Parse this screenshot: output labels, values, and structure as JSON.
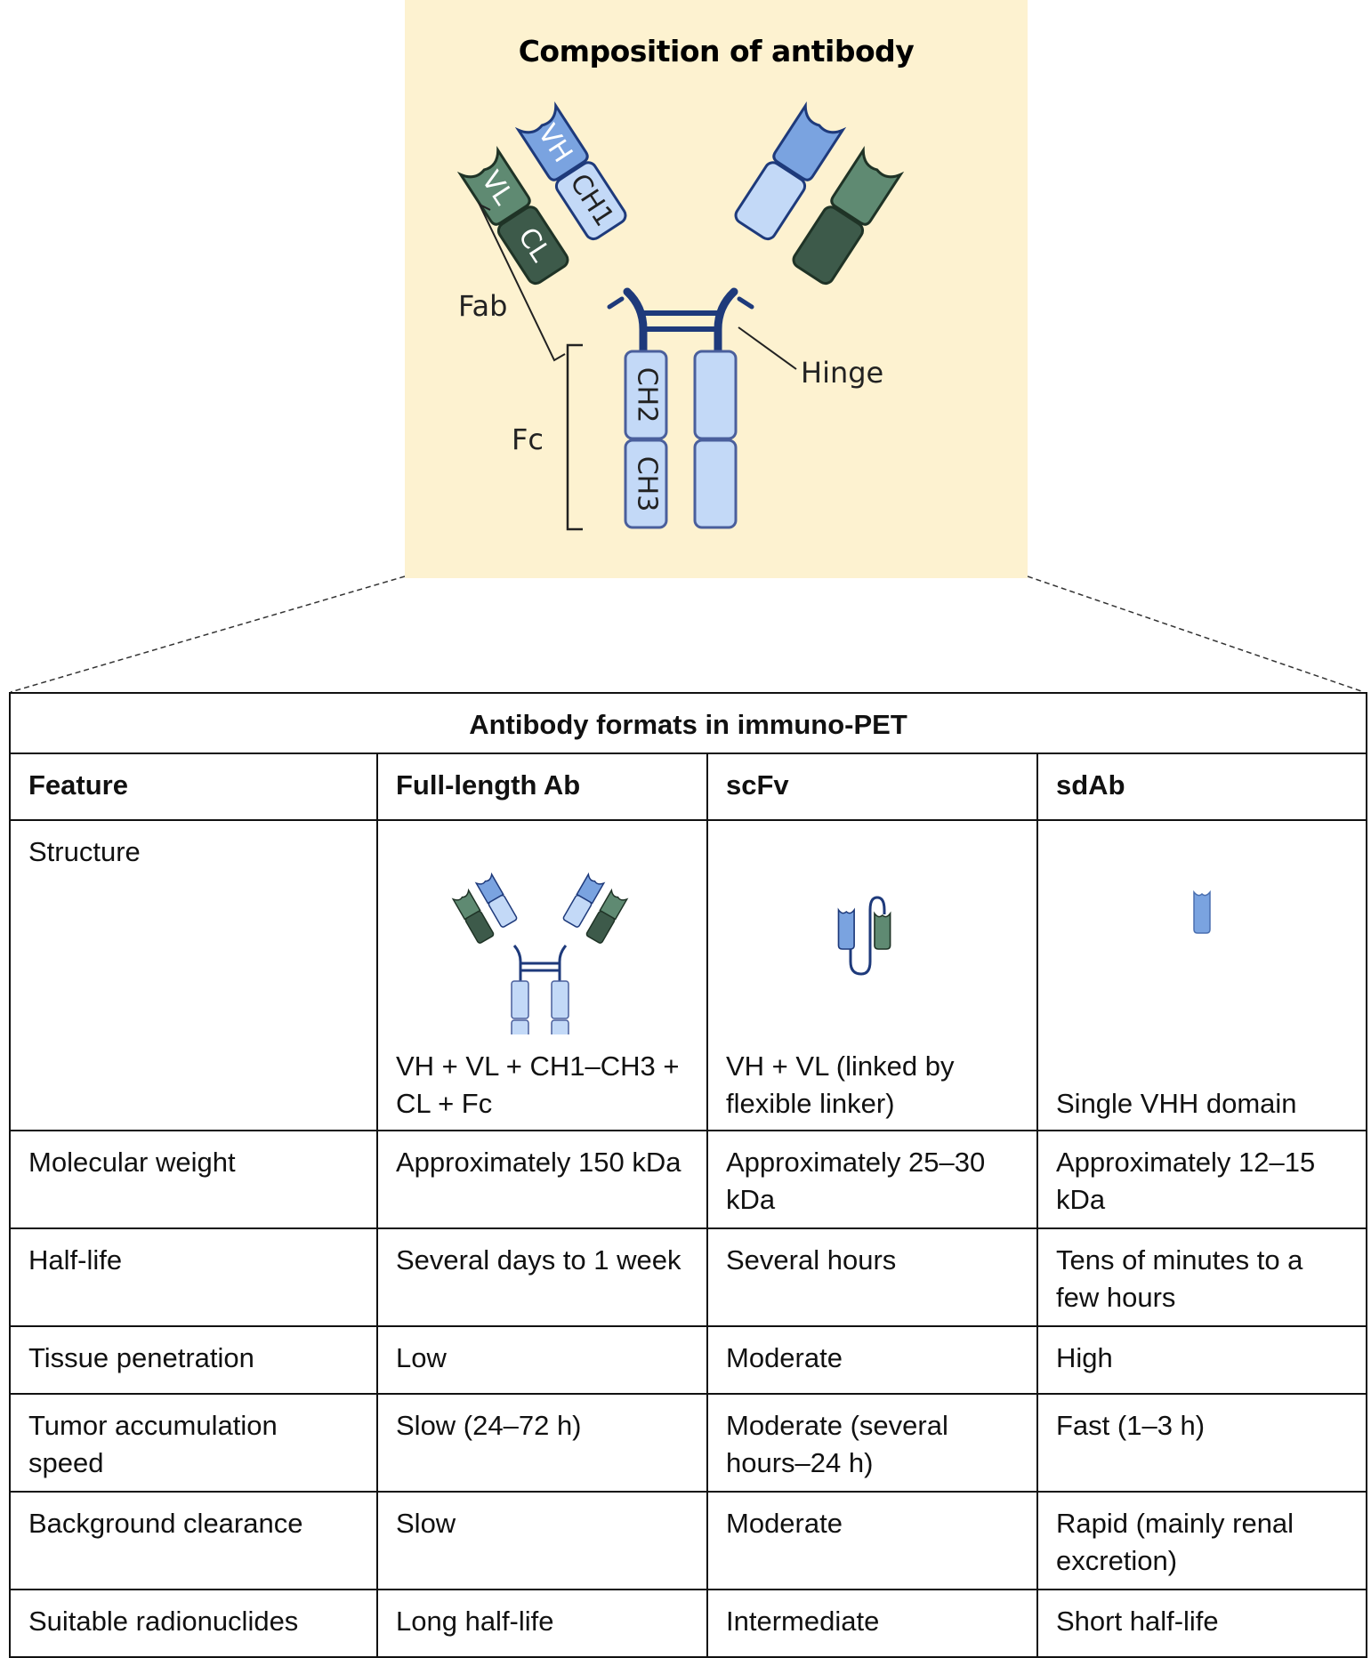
{
  "diagram": {
    "title": "Composition of antibody",
    "domain_labels": {
      "vh": "VH",
      "vl": "VL",
      "ch1": "CH1",
      "cl": "CL",
      "ch2": "CH2",
      "ch3": "CH3"
    },
    "region_labels": {
      "fab": "Fab",
      "fc": "Fc",
      "hinge": "Hinge"
    },
    "colors": {
      "background": "#fdf2d0",
      "vh": "#7aa3e0",
      "ch": "#c3d9f7",
      "vl": "#5f8a72",
      "cl": "#3d5a4a",
      "hinge": "#1e3a7b",
      "outline_blue": "#1e3a7b",
      "outline_green": "#1f3326"
    }
  },
  "table": {
    "caption": "Antibody formats in immuno-PET",
    "headers": [
      "Feature",
      "Full-length Ab",
      "scFv",
      "sdAb"
    ],
    "structure_row": {
      "feature": "Structure",
      "cells": [
        {
          "icon": "full-antibody-icon",
          "text": "VH + VL + CH1–CH3 + CL + Fc"
        },
        {
          "icon": "scfv-icon",
          "text": "VH + VL (linked by flexible linker)"
        },
        {
          "icon": "sdab-icon",
          "text": "Single VHH domain"
        }
      ]
    },
    "rows": [
      {
        "feature": "Molecular weight",
        "values": [
          "Approximately 150 kDa",
          "Approximately 25–30 kDa",
          "Approximately 12–15 kDa"
        ]
      },
      {
        "feature": "Half-life",
        "values": [
          "Several days to 1 week",
          "Several hours",
          "Tens of minutes to a few hours"
        ]
      },
      {
        "feature": "Tissue penetration",
        "values": [
          "Low",
          "Moderate",
          "High"
        ]
      },
      {
        "feature": "Tumor accumulation speed",
        "values": [
          "Slow (24–72 h)",
          "Moderate (several hours–24 h)",
          "Fast (1–3 h)"
        ]
      },
      {
        "feature": "Background clearance",
        "values": [
          "Slow",
          "Moderate",
          "Rapid (mainly renal excretion)"
        ]
      },
      {
        "feature": "Suitable radionuclides",
        "values": [
          "Long half-life",
          "Intermediate",
          "Short half-life"
        ]
      }
    ]
  }
}
